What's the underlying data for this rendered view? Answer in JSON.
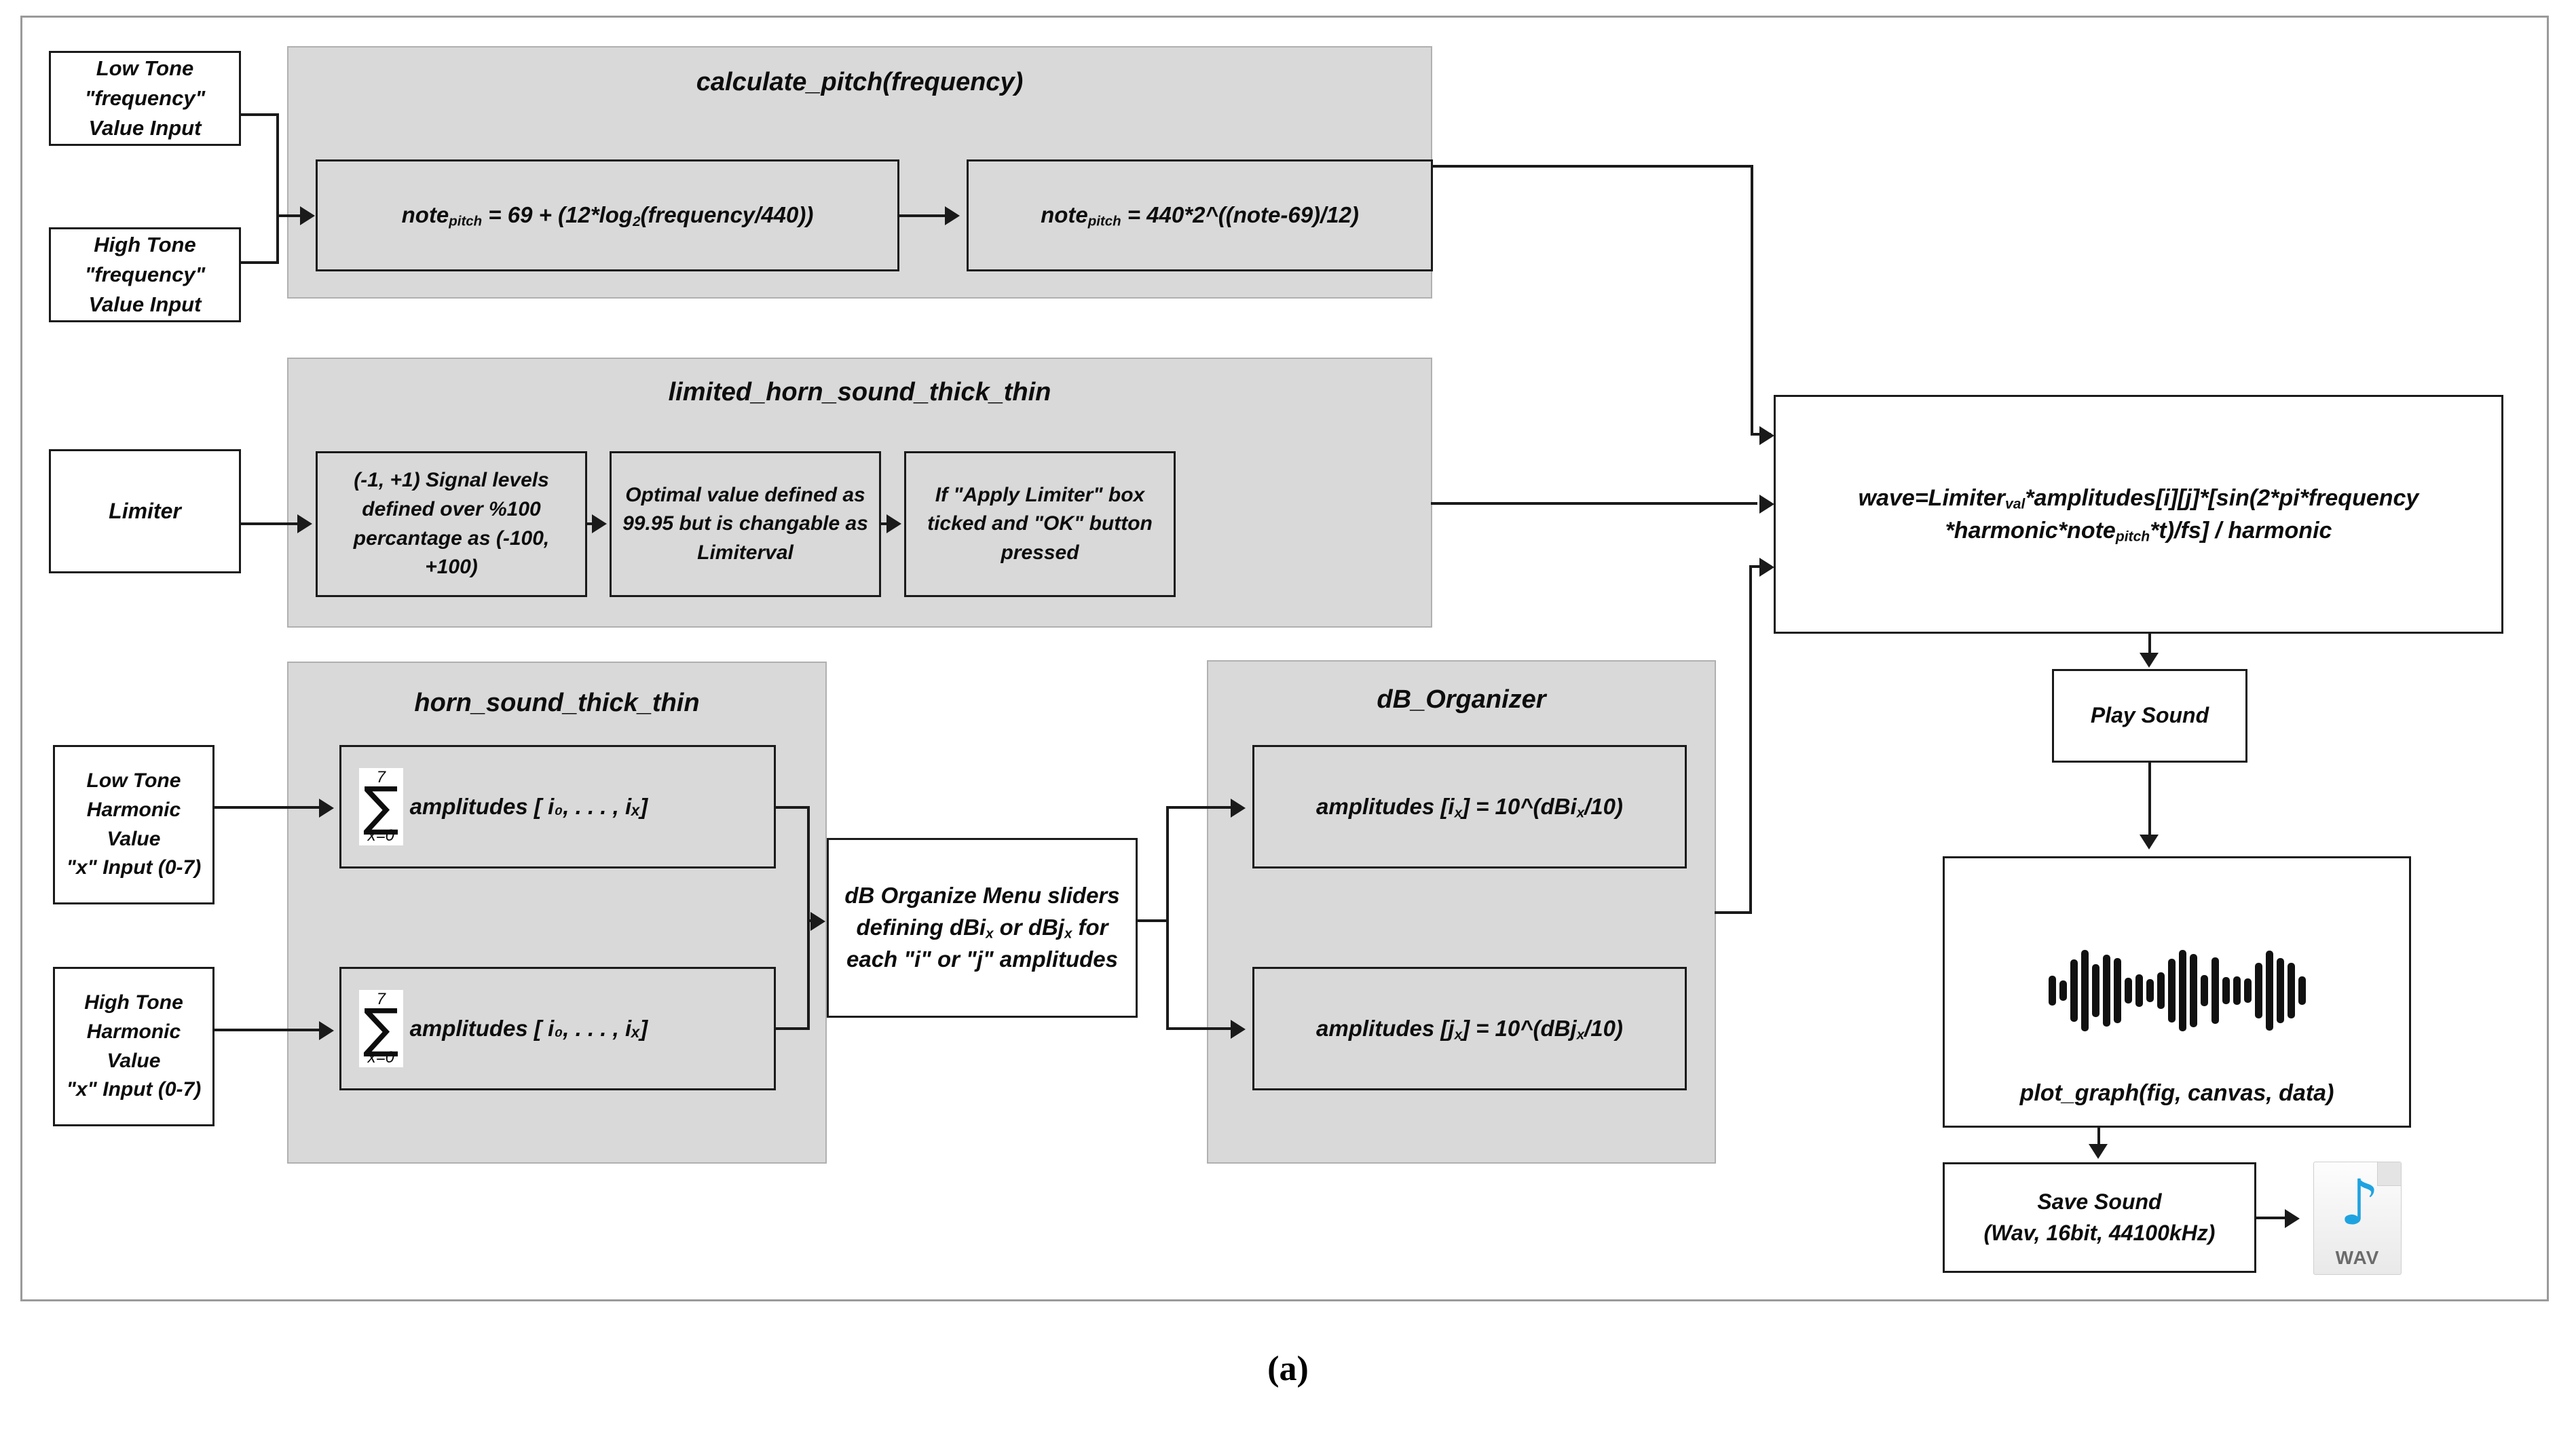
{
  "figure": {
    "caption": "(a)"
  },
  "inputs": {
    "low_tone_freq": "Low Tone\n\"frequency\"\nValue Input",
    "high_tone_freq": "High Tone\n\"frequency\"\nValue Input",
    "limiter": "Limiter",
    "low_tone_harmonic": "Low Tone\nHarmonic\nValue\n\"x\" Input (0-7)",
    "high_tone_harmonic": "High Tone\nHarmonic\nValue\n\"x\" Input (0-7)"
  },
  "panels": {
    "calculate_pitch": {
      "title": "calculate_pitch(frequency)",
      "steps": [
        "notepitch = 69 + (12*log₂(frequency/440))",
        "notepitch = 440*2^((note-69)/12)"
      ]
    },
    "limited_horn": {
      "title": "limited_horn_sound_thick_thin",
      "steps": [
        "(-1, +1) Signal levels defined over %100 percantage as (-100, +100)",
        "Optimal value defined as 99.95 but is changable as Limiterval",
        "If \"Apply Limiter\" box ticked and \"OK\" button pressed"
      ]
    },
    "horn_sound": {
      "title": "horn_sound_thick_thin",
      "steps": [
        {
          "upper_limit": "7",
          "lower_limit": "x=0",
          "text": "amplitudes [ i₀, . . . , iₓ]"
        },
        {
          "upper_limit": "7",
          "lower_limit": "x=0",
          "text": "amplitudes [ i₀, . . . , iₓ]"
        }
      ]
    },
    "db_organizer": {
      "title": "dB_Organizer",
      "steps": [
        "amplitudes [iₓ] = 10^(dBiₓ/10)",
        "amplitudes [jₓ] = 10^(dBjₓ/10)"
      ]
    }
  },
  "nodes": {
    "db_organize_menu": "dB Organize Menu sliders defining dBiₓ or dBjₓ for each \"i\" or \"j\" amplitudes",
    "wave_equation_line1": "wave=Limiterval*amplitudes[i][j]*[sin(2*pi*frequency",
    "wave_equation_line2": "*harmonic*notepitch*t)/fs] / harmonic",
    "play_sound": "Play Sound",
    "plot_graph": "plot_graph(fig, canvas, data)",
    "save_sound": "Save Sound\n(Wav, 16bit, 44100kHz)",
    "wav_icon_label": "WAV"
  },
  "icons": {
    "wav_file_icon": "wav-file-icon",
    "music_note": "♪",
    "waveform": "audio-waveform-icon"
  },
  "colors": {
    "panel_fill": "#d9d9d9",
    "box_stroke": "#1a1a1a",
    "frame_stroke": "#9a9a9a",
    "wav_accent": "#1fa3e0",
    "background": "#ffffff"
  },
  "waveform_bars": [
    44,
    30,
    92,
    120,
    78,
    106,
    96,
    38,
    48,
    34,
    54,
    94,
    120,
    108,
    46,
    98,
    40,
    42,
    36,
    82,
    118,
    96,
    82,
    42
  ]
}
